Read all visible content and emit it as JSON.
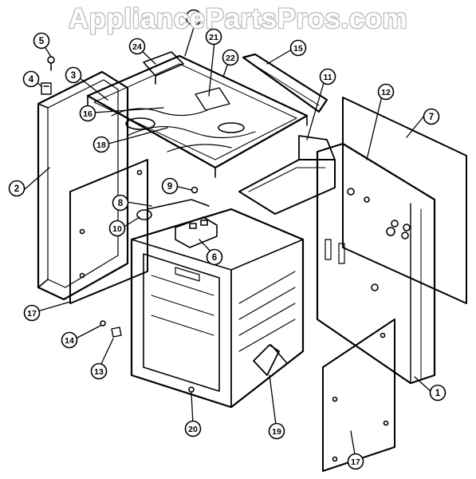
{
  "watermark": "AppliancePartsPros.com",
  "callouts": [
    {
      "id": "c1",
      "label": "1"
    },
    {
      "id": "c2a",
      "label": "2"
    },
    {
      "id": "c2b",
      "label": "2"
    },
    {
      "id": "c3",
      "label": "3"
    },
    {
      "id": "c4",
      "label": "4"
    },
    {
      "id": "c5",
      "label": "5"
    },
    {
      "id": "c6",
      "label": "6"
    },
    {
      "id": "c7",
      "label": "7"
    },
    {
      "id": "c8",
      "label": "8"
    },
    {
      "id": "c9",
      "label": "9"
    },
    {
      "id": "c10",
      "label": "10"
    },
    {
      "id": "c11",
      "label": "11"
    },
    {
      "id": "c12",
      "label": "12"
    },
    {
      "id": "c13",
      "label": "13"
    },
    {
      "id": "c14",
      "label": "14"
    },
    {
      "id": "c15",
      "label": "15"
    },
    {
      "id": "c16",
      "label": "16"
    },
    {
      "id": "c17a",
      "label": "17"
    },
    {
      "id": "c17b",
      "label": "17"
    },
    {
      "id": "c18",
      "label": "18"
    },
    {
      "id": "c19",
      "label": "19"
    },
    {
      "id": "c20",
      "label": "20"
    },
    {
      "id": "c21",
      "label": "21"
    },
    {
      "id": "c22",
      "label": "22"
    },
    {
      "id": "c24",
      "label": "24"
    }
  ]
}
